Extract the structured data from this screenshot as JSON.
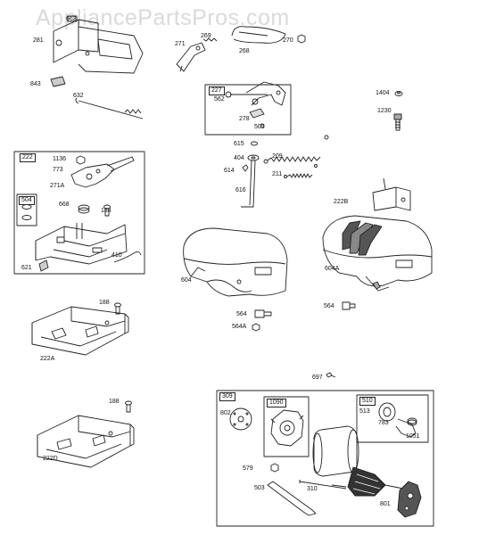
{
  "watermark": "AppliancePartsPros.com",
  "parts": {
    "p663": "663",
    "p281": "281",
    "p843": "843",
    "p632": "632",
    "p269": "269",
    "p271": "271",
    "p268": "268",
    "p270": "270",
    "p562": "562",
    "p278": "278",
    "p505": "505",
    "p1404": "1404",
    "p1230": "1230",
    "p1136": "1136",
    "p773": "773",
    "p271A": "271A",
    "p668": "668",
    "p188a": "188",
    "p410": "410",
    "p621": "621",
    "p615": "615",
    "p404": "404",
    "p614": "614",
    "p616": "616",
    "p209": "209",
    "p211": "211",
    "p222B": "222B",
    "p604": "604",
    "p604A": "604A",
    "p564a": "564",
    "p564b": "564",
    "p564A": "564A",
    "p188b": "188",
    "p222A": "222A",
    "p188c": "188",
    "p222D": "222D",
    "p697": "697",
    "p802": "802",
    "p513": "513",
    "p783": "783",
    "p1051": "1051",
    "p579": "579",
    "p503": "503",
    "p310": "310",
    "p801": "801"
  },
  "boxes": {
    "b222": "222",
    "b504": "504",
    "b227": "227",
    "b309": "309",
    "b1090": "1090",
    "b510": "510"
  }
}
